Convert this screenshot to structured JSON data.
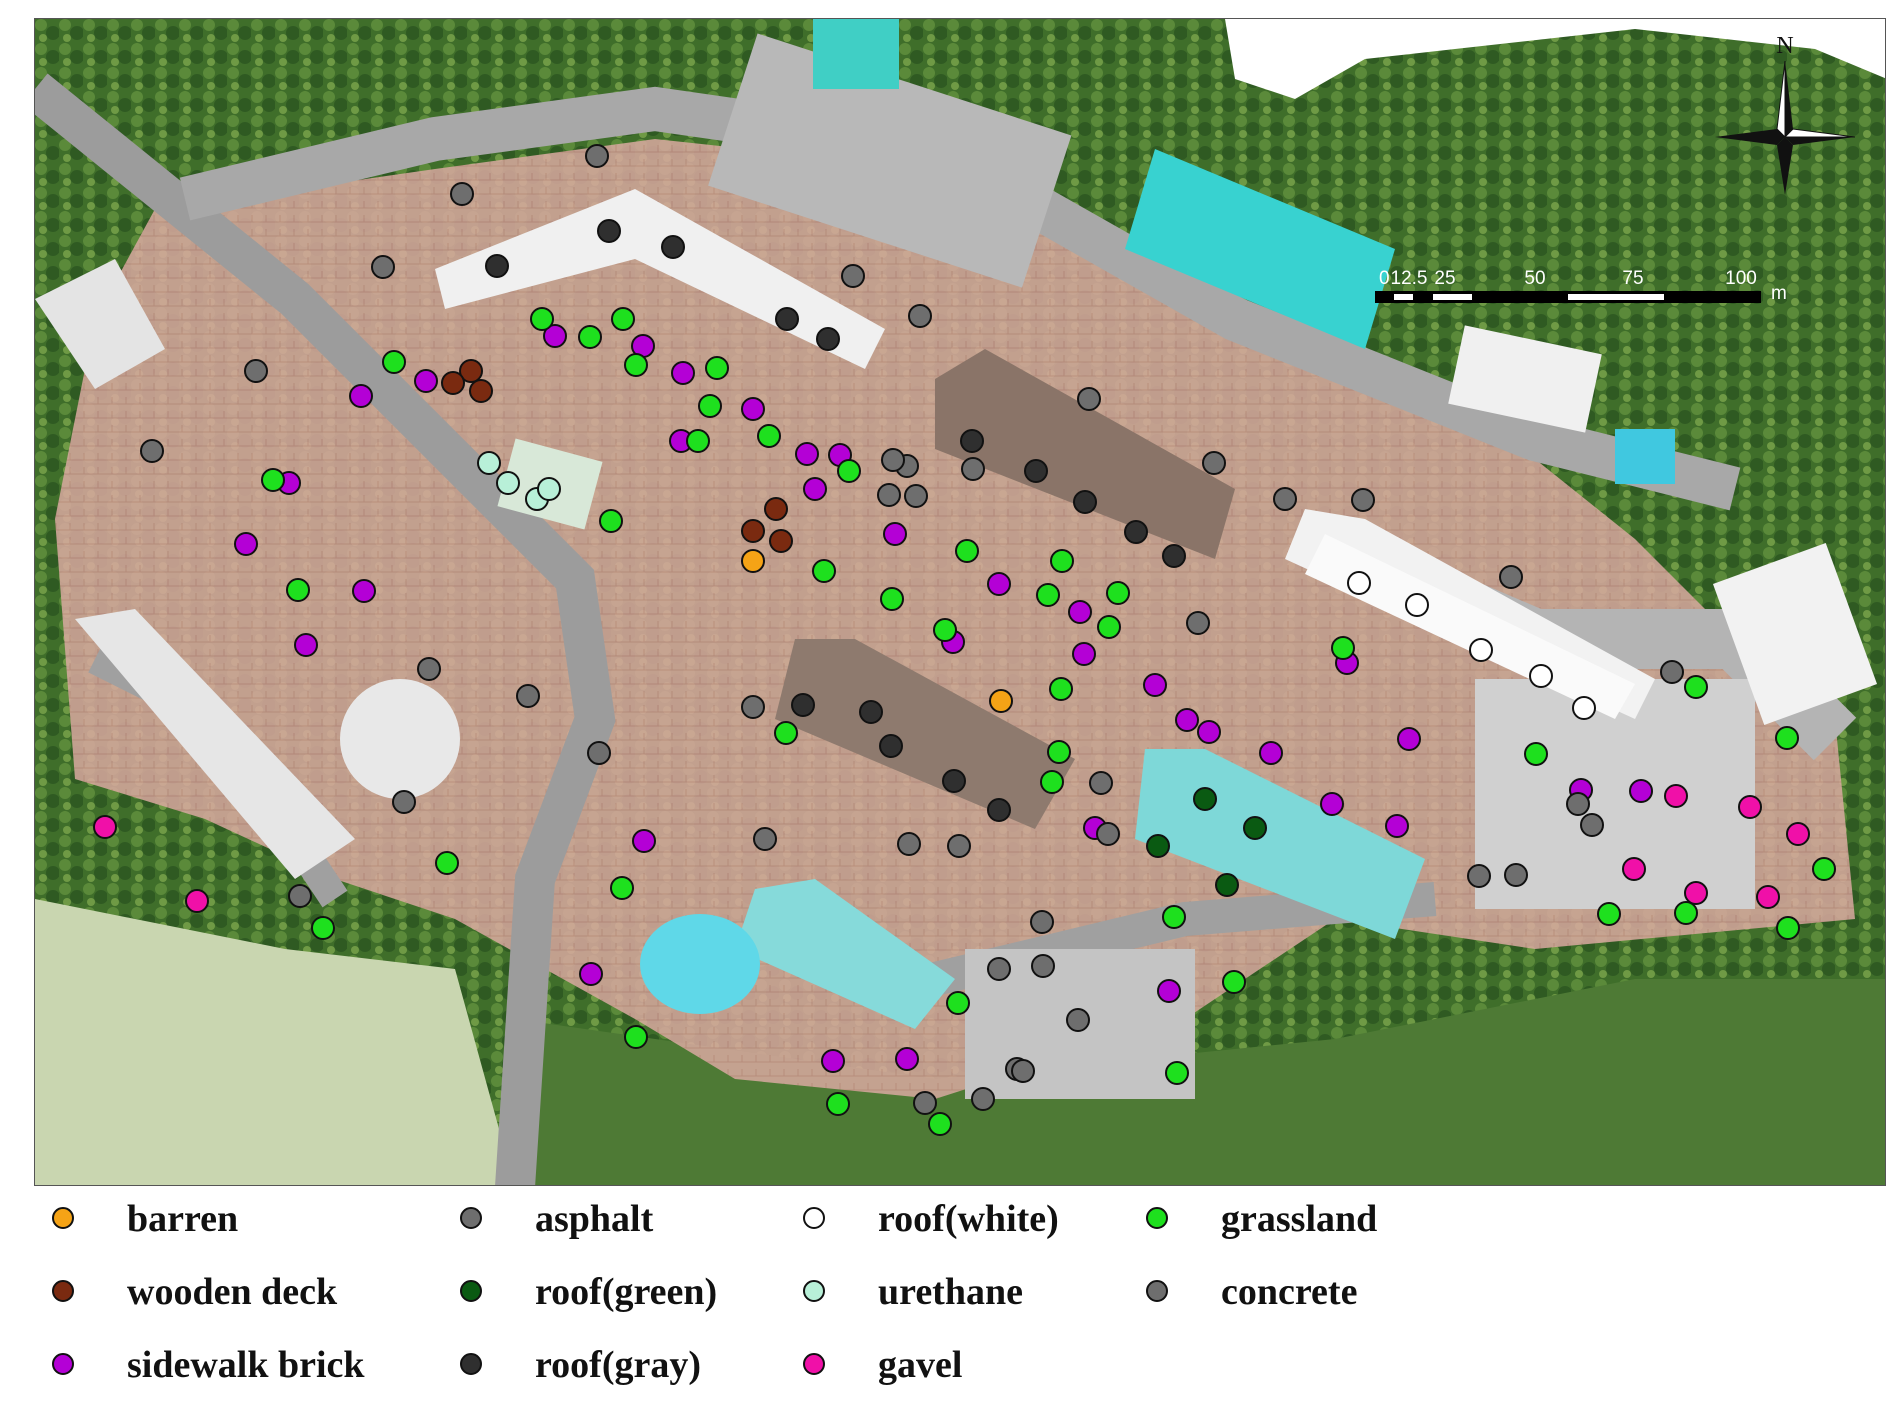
{
  "map": {
    "north_label": "N",
    "scale_labels": [
      "0",
      "12.5",
      "25",
      "50",
      "75",
      "100"
    ],
    "scale_unit": "m"
  },
  "legend": [
    {
      "key": "barren",
      "label": "barren",
      "color": "#f5a316"
    },
    {
      "key": "wooden_deck",
      "label": "wooden deck",
      "color": "#7a2a10"
    },
    {
      "key": "sidewalk_brick",
      "label": "sidewalk brick",
      "color": "#b400d6"
    },
    {
      "key": "asphalt",
      "label": "asphalt",
      "color": "#6e6e6e"
    },
    {
      "key": "roof_green",
      "label": "roof(green)",
      "color": "#0a5a12"
    },
    {
      "key": "roof_gray",
      "label": "roof(gray)",
      "color": "#2f2f2f"
    },
    {
      "key": "roof_white",
      "label": "roof(white)",
      "color": "#ffffff"
    },
    {
      "key": "urethane",
      "label": "urethane",
      "color": "#b8f0d8"
    },
    {
      "key": "gavel",
      "label": "gavel",
      "color": "#f010a8"
    },
    {
      "key": "grassland",
      "label": "grassland",
      "color": "#1ee01e"
    },
    {
      "key": "concrete",
      "label": "concrete",
      "color": "#6e6e6e"
    }
  ]
}
